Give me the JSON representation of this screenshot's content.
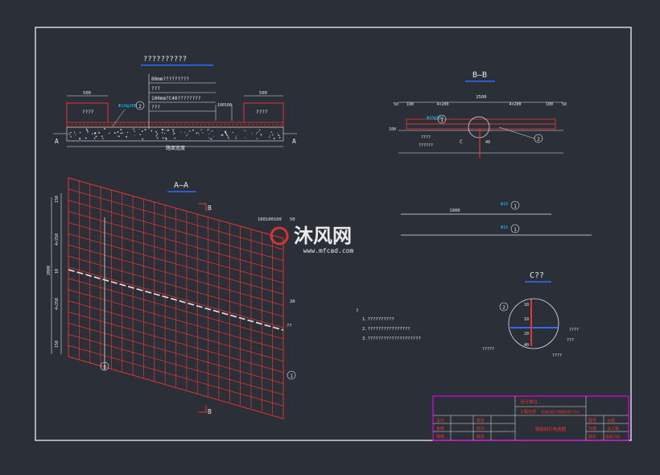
{
  "colors": {
    "background": "#2b3038",
    "frame": "#ffffff",
    "rebar": "#e8352e",
    "dim": "#e6e6e6",
    "label": "#00c8ff",
    "title_underline": "#2f6bff",
    "title_block": "#e000e0",
    "watermark": "#ffffff"
  },
  "section_top": {
    "title": "??????????",
    "width_left": "500",
    "width_right": "500",
    "left_pad": "????",
    "right_pad": "????",
    "callout_2": "2",
    "callout_tag": "Φ10@200",
    "layer1": "80mm?????????",
    "layer2": "???",
    "layer3": "100mm?C40????????",
    "layer4": "???",
    "dim_small": "100100",
    "label_a_left": "A",
    "label_a_right": "A",
    "total_width": "路面宽度"
  },
  "section_bb": {
    "title": "B—B",
    "total": "2500",
    "d_left": "50",
    "d_100a": "100",
    "d_span1": "4×200",
    "d_span2": "4×200",
    "d_100b": "100",
    "d_right": "50",
    "d_side": "100",
    "tag": "Φ10@200",
    "callout_1": "1",
    "callout_2": "2",
    "note1": "????",
    "note2": "??????",
    "label_c": "C",
    "d_40": "40"
  },
  "section_aa": {
    "title": "A—A",
    "b_top": "B",
    "b_bottom": "B",
    "dim_top": "100100100",
    "dim_50": "50",
    "dim_20": "20",
    "d_v1": "150",
    "d_v2": "4×250",
    "d_v3": "10",
    "d_v4": "4×250",
    "d_v5": "150",
    "d_total": "2000",
    "callout_1": "1",
    "callout_2": "2",
    "note_q": "??"
  },
  "bars": {
    "length1": "1900",
    "tag1": "Φ10",
    "tag2": "Φ10",
    "callout_1a": "1",
    "callout_1b": "1"
  },
  "detail_c": {
    "title": "C??",
    "callout_2": "2",
    "d1": "10",
    "d2": "10",
    "d3": "20",
    "d4": "40",
    "note1": "????",
    "note2": "???",
    "note3": "?????",
    "note4": "????"
  },
  "notes": {
    "heading": "?",
    "lines": [
      "1.??????????",
      "2.????????????????",
      "3.????????????????????"
    ]
  },
  "watermark": {
    "brand": "沐风网",
    "url": "www.mfcad.com"
  },
  "title_block": {
    "org": "设计单位",
    "project_label": "工程名称",
    "project": "某某桥梁工程钢筋网片设计",
    "drawing": "钢筋网片构造图",
    "c1": "设计",
    "c2": "复核",
    "c3": "审核",
    "c4": "审定",
    "c5": "校对",
    "c6": "审定",
    "r1": "图号",
    "r2": "日期",
    "r3": "版本",
    "v1": "水施",
    "v2": "水工程",
    "v3": "道路工程"
  }
}
